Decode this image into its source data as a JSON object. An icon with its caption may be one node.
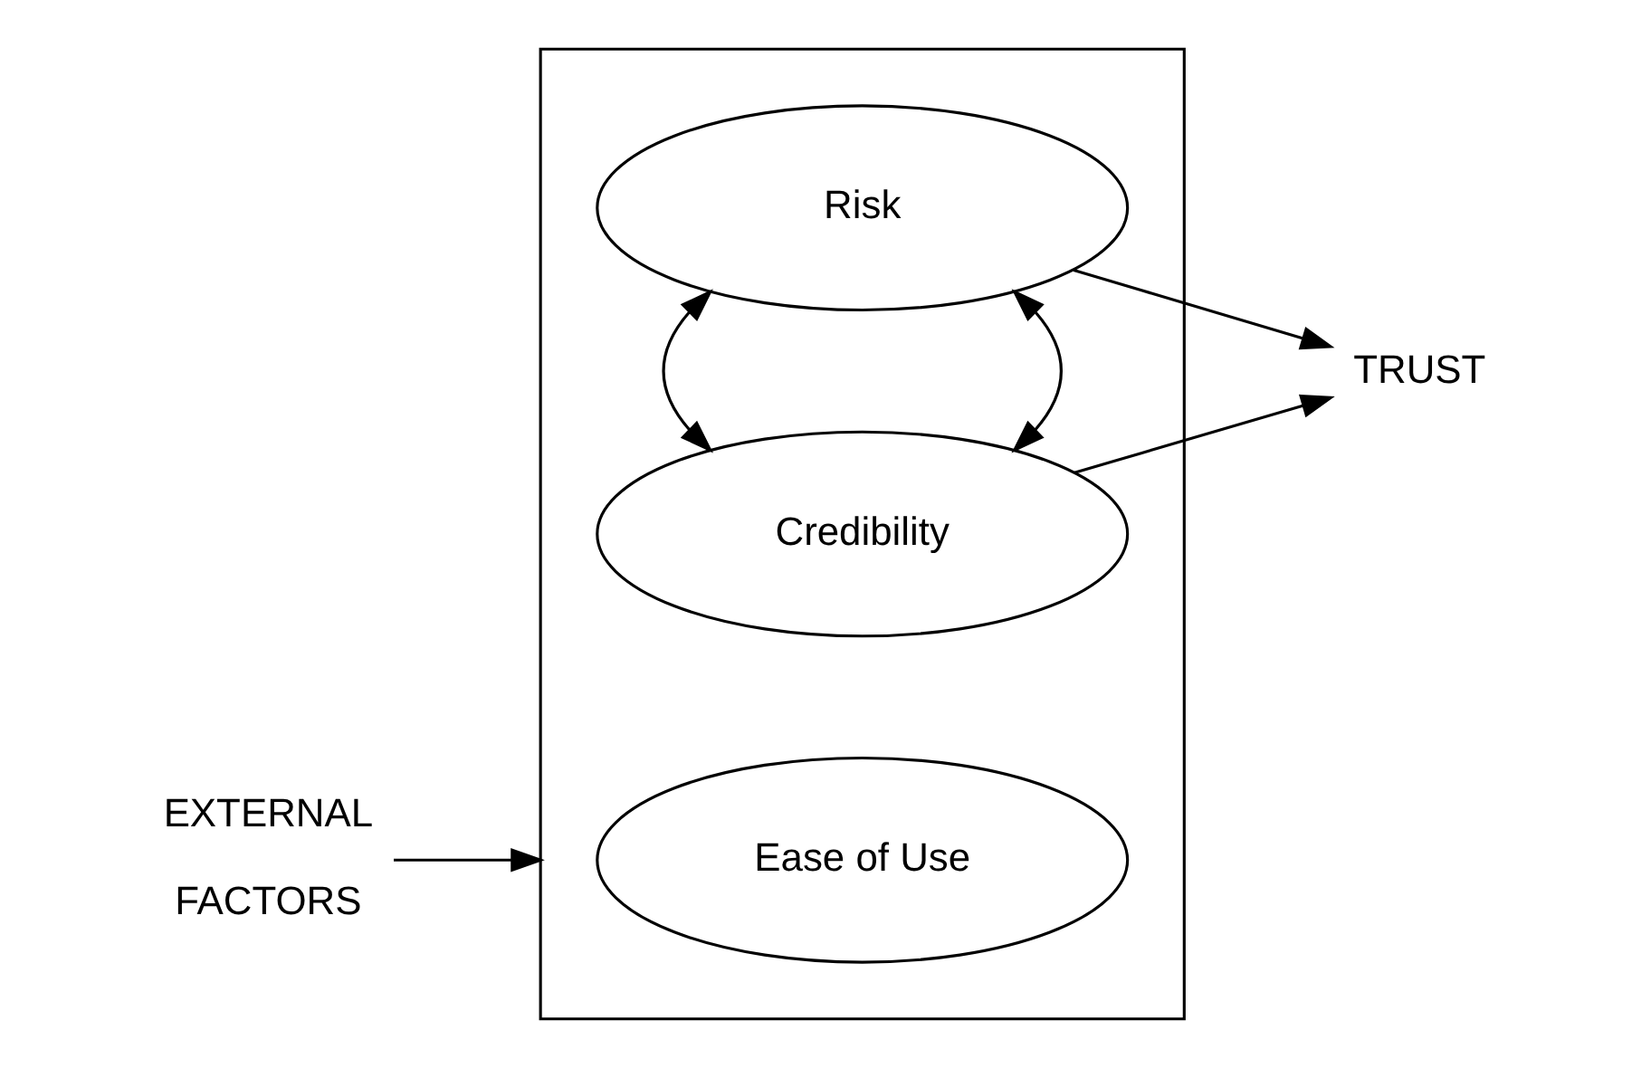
{
  "diagram": {
    "nodes": [
      {
        "text": [],
        "shape": "box"
      },
      {
        "text": [
          "Credibility"
        ],
        "in": 0
      },
      {
        "text": [
          "Ease of Use"
        ],
        "in": 0
      },
      {
        "text": [
          "Risk"
        ],
        "in": 0
      },
      {
        "text": [
          "EXTERNAL FACTORS"
        ]
      },
      {
        "text": [
          "TRUST"
        ]
      }
    ],
    "edges": [
      {
        "from": 4,
        "to": 0,
        "arrow": "to"
      },
      {
        "from": 1,
        "to": 3,
        "arrow": "both"
      },
      {
        "from": 1,
        "to": 3,
        "arrow": "both"
      },
      {
        "from": 1,
        "to": 5,
        "arrow": "to"
      },
      {
        "from": 3,
        "to": 5,
        "arrow": "to"
      }
    ]
  }
}
